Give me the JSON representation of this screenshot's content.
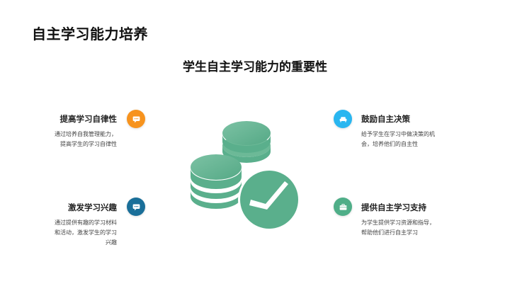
{
  "slide": {
    "title": "自主学习能力培养",
    "section_title": "学生自主学习能力的重要性"
  },
  "items": [
    {
      "heading": "提高学习自律性",
      "desc_lines": [
        "通过培养自我管理能力，",
        "提高学生的学习自律性"
      ],
      "icon": "chat-bubble-icon",
      "color": "#f7931e"
    },
    {
      "heading": "激发学习兴趣",
      "desc_lines": [
        "通过提供有趣的学习材料",
        "和活动，激发学生的学习",
        "兴趣"
      ],
      "icon": "chat-bubble-icon",
      "color": "#1a6f99"
    },
    {
      "heading": "鼓励自主决策",
      "desc_lines": [
        "给予学生在学习中做决策的机",
        "会，培养他们的自主性"
      ],
      "icon": "sofa-icon",
      "color": "#29b6f0"
    },
    {
      "heading": "提供自主学习支持",
      "desc_lines": [
        "为学生提供学习资源和指导，",
        "帮助他们进行自主学习"
      ],
      "icon": "briefcase-icon",
      "color": "#4fae88"
    }
  ],
  "hero": {
    "icon": "coins-check-icon",
    "color": "#5aaf8c"
  }
}
